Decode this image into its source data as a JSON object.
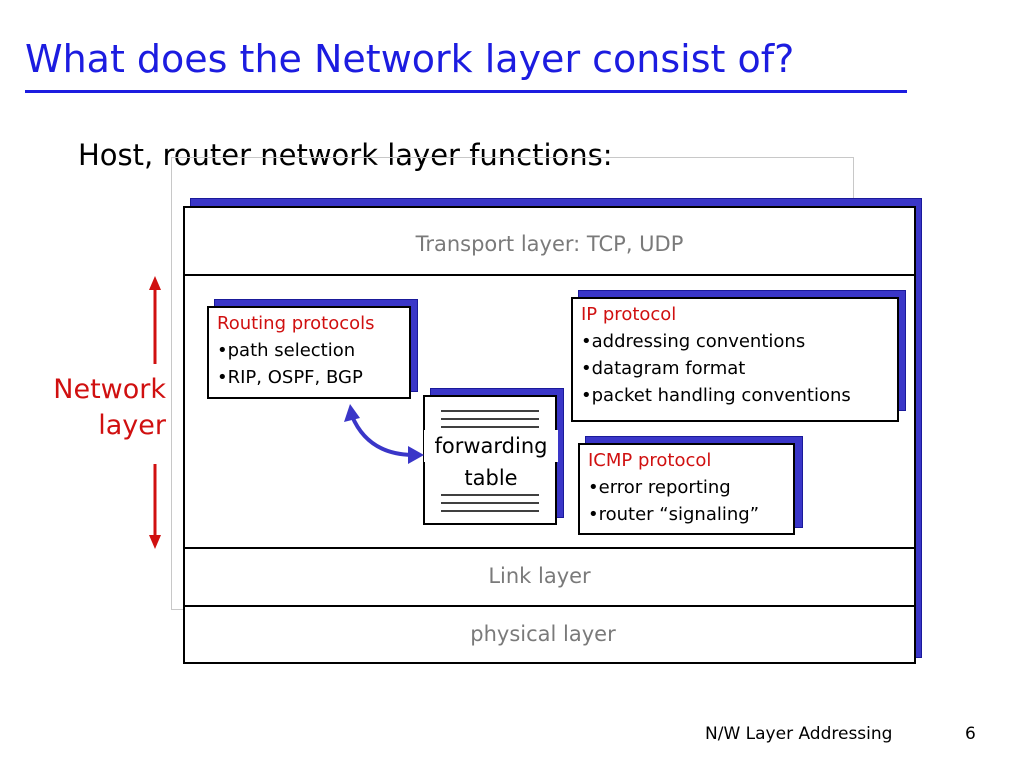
{
  "title": "What does the Network layer consist of?",
  "subtitle": "Host, router network layer functions:",
  "layers": {
    "transport": "Transport layer: TCP, UDP",
    "link": "Link layer",
    "physical": "physical layer"
  },
  "network_layer_label": [
    "Network",
    "layer"
  ],
  "routing_box": {
    "heading": "Routing protocols",
    "items": [
      "•path selection",
      "•RIP, OSPF, BGP"
    ]
  },
  "ip_box": {
    "heading": "IP protocol",
    "items": [
      "•addressing conventions",
      "•datagram format",
      "•packet handling conventions"
    ]
  },
  "icmp_box": {
    "heading": "ICMP protocol",
    "items": [
      "•error reporting",
      "•router “signaling”"
    ]
  },
  "forwarding_table": [
    "forwarding",
    "table"
  ],
  "footer": {
    "title": "N/W Layer Addressing",
    "page": "6"
  },
  "colors": {
    "title": "#1c1ce0",
    "red_text": "#d01010",
    "shadow": "#3a36c8",
    "layer_text": "#7a7a7a"
  }
}
